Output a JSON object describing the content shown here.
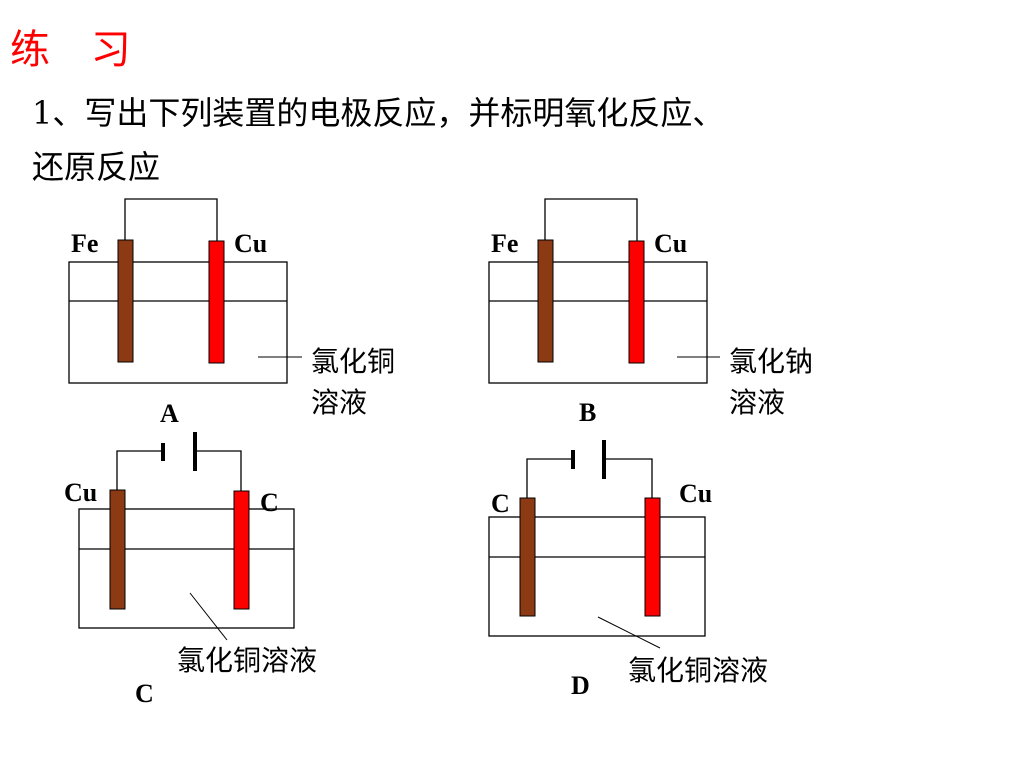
{
  "slide": {
    "title": "练 习",
    "question_line1": "1、写出下列装置的电极反应，并标明氧化反应、",
    "question_line2": "还原反应"
  },
  "colors": {
    "title": "#ff0000",
    "iron_electrode": "#8b3a14",
    "copper_electrode": "#ff0000",
    "outline": "#000000"
  },
  "diagrams": {
    "a": {
      "left_electrode": "Fe",
      "right_electrode": "Cu",
      "solution_line1": "氯化铜",
      "solution_line2": "溶液",
      "label": "A"
    },
    "b": {
      "left_electrode": "Fe",
      "right_electrode": "Cu",
      "solution_line1": "氯化钠",
      "solution_line2": "溶液",
      "label": "B"
    },
    "c": {
      "left_electrode": "Cu",
      "right_electrode": "C",
      "solution": "氯化铜溶液",
      "label": "C"
    },
    "d": {
      "left_electrode": "C",
      "right_electrode": "Cu",
      "solution": "氯化铜溶液",
      "label": "D"
    }
  }
}
